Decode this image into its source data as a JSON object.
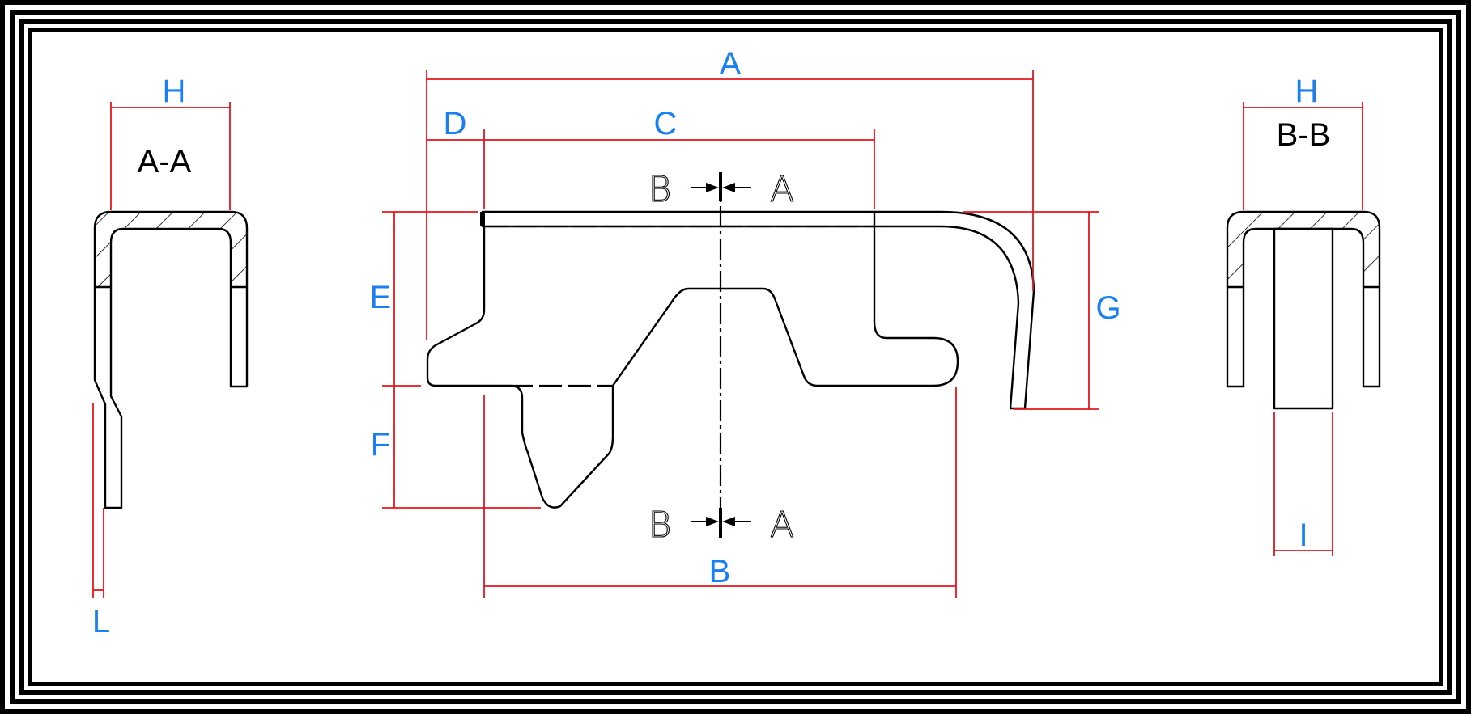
{
  "section_titles": {
    "aa": "A-A",
    "bb": "B-B"
  },
  "cut_plane": {
    "top_left": "B",
    "top_right": "A",
    "bottom_left": "B",
    "bottom_right": "A"
  },
  "dimensions": {
    "A": "A",
    "B": "B",
    "C": "C",
    "D": "D",
    "E": "E",
    "F": "F",
    "G": "G",
    "H_left": "H",
    "H_right": "H",
    "I": "I",
    "L": "L"
  },
  "colors": {
    "dimension_line": "#e8141c",
    "dimension_text": "#1a7ff0",
    "outline": "#000000"
  }
}
